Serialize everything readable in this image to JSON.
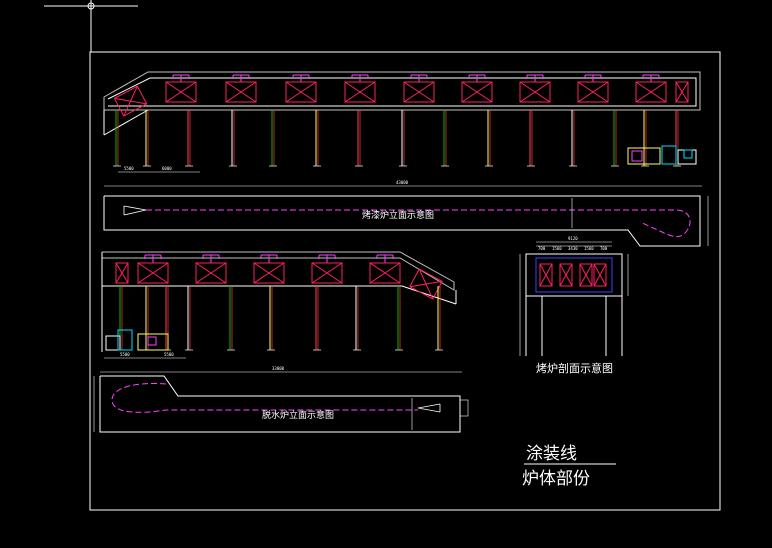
{
  "labels": {
    "oven_plan": "烤漆炉立面示意图",
    "dehydration_plan": "脱水炉立面示意图",
    "oven_section": "烤炉剖面示意图",
    "title_line1": "涂装线",
    "title_line2": "炉体部份"
  },
  "dims": {
    "top_left_1": "5500",
    "top_left_2": "6000",
    "plan_total": "43000",
    "mid_left_1": "5500",
    "mid_left_2": "5500",
    "plan2_total": "33000",
    "section_w": "9120",
    "section_cells": [
      "700",
      "1560",
      "3430",
      "1560",
      "700"
    ]
  },
  "colors": {
    "frame": "#ffffff",
    "outline": "#4040ff",
    "heater": "#ff2060",
    "duct": "#ff40ff",
    "column_green": "#00c000",
    "column_yellow": "#ffff60",
    "column_red": "#ff4040",
    "track": "#ff40ff",
    "cyan": "#00e0ff"
  }
}
